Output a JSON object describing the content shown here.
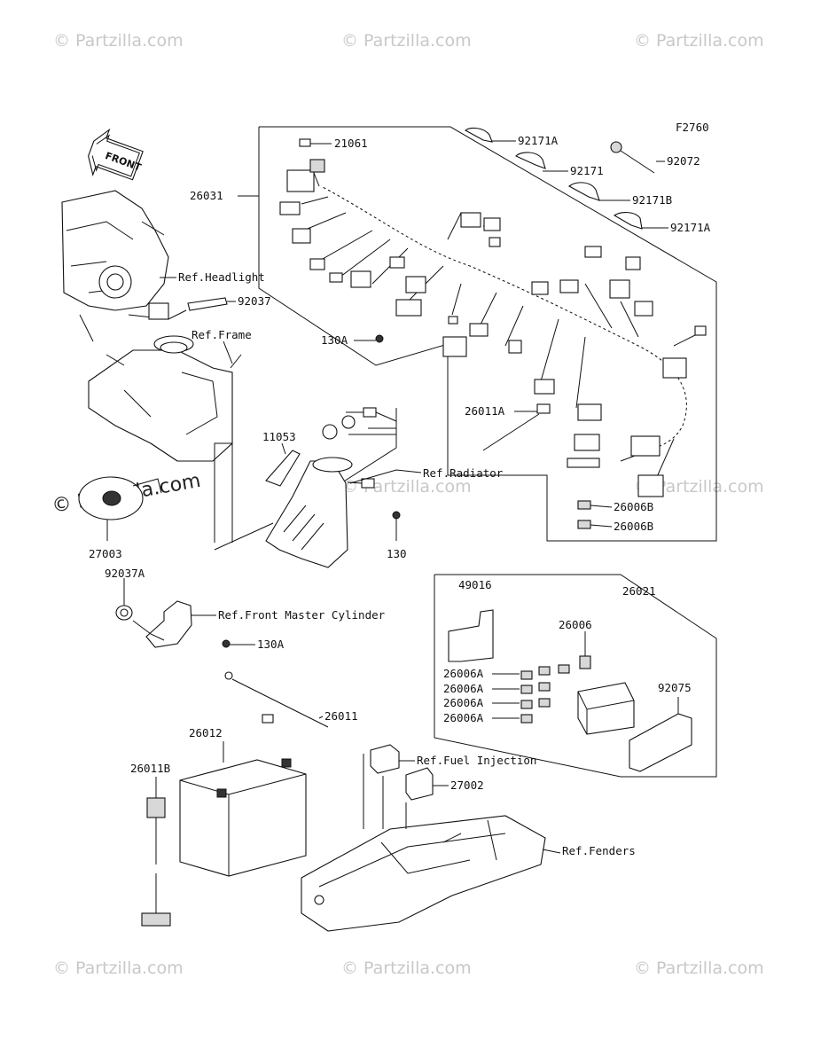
{
  "diagram_code": "F2760",
  "watermark": {
    "text": "© Partzilla.com",
    "center_text": "© Partzilla.com"
  },
  "front_badge": "FRONT",
  "callouts": [
    {
      "id": "c-21061",
      "text": "21061"
    },
    {
      "id": "c-26031",
      "text": "26031"
    },
    {
      "id": "c-92171A-top",
      "text": "92171A"
    },
    {
      "id": "c-92171",
      "text": "92171"
    },
    {
      "id": "c-92072",
      "text": "92072"
    },
    {
      "id": "c-92171B",
      "text": "92171B"
    },
    {
      "id": "c-92171A-bot",
      "text": "92171A"
    },
    {
      "id": "c-ref-headlight",
      "text": "Ref.Headlight"
    },
    {
      "id": "c-92037",
      "text": "92037"
    },
    {
      "id": "c-ref-frame",
      "text": "Ref.Frame"
    },
    {
      "id": "c-130A-top",
      "text": "130A"
    },
    {
      "id": "c-26011A",
      "text": "26011A"
    },
    {
      "id": "c-11053",
      "text": "11053"
    },
    {
      "id": "c-ref-radiator",
      "text": "Ref.Radiator"
    },
    {
      "id": "c-26006B-1",
      "text": "26006B"
    },
    {
      "id": "c-26006B-2",
      "text": "26006B"
    },
    {
      "id": "c-27003",
      "text": "27003"
    },
    {
      "id": "c-130",
      "text": "130"
    },
    {
      "id": "c-92037A",
      "text": "92037A"
    },
    {
      "id": "c-49016",
      "text": "49016"
    },
    {
      "id": "c-26021",
      "text": "26021"
    },
    {
      "id": "c-ref-front-master",
      "text": "Ref.Front Master Cylinder"
    },
    {
      "id": "c-26006",
      "text": "26006"
    },
    {
      "id": "c-130A-mid",
      "text": "130A"
    },
    {
      "id": "c-26006A-1",
      "text": "26006A"
    },
    {
      "id": "c-26006A-2",
      "text": "26006A"
    },
    {
      "id": "c-26006A-3",
      "text": "26006A"
    },
    {
      "id": "c-26006A-4",
      "text": "26006A"
    },
    {
      "id": "c-92075",
      "text": "92075"
    },
    {
      "id": "c-26011",
      "text": "26011"
    },
    {
      "id": "c-26012",
      "text": "26012"
    },
    {
      "id": "c-ref-fuel",
      "text": "Ref.Fuel Injection"
    },
    {
      "id": "c-26011B",
      "text": "26011B"
    },
    {
      "id": "c-27002",
      "text": "27002"
    },
    {
      "id": "c-ref-fenders",
      "text": "Ref.Fenders"
    }
  ]
}
